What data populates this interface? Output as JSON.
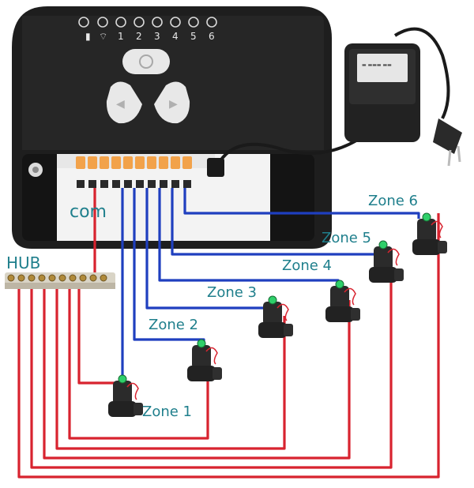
{
  "controller": {
    "indicators": [
      "1",
      "2",
      "3",
      "4",
      "5",
      "6"
    ],
    "icons": [
      "battery-icon",
      "wifi-icon"
    ]
  },
  "labels": {
    "com": "com",
    "hub": "HUB"
  },
  "zones": [
    {
      "label": "Zone 1"
    },
    {
      "label": "Zone 2"
    },
    {
      "label": "Zone 3"
    },
    {
      "label": "Zone 4"
    },
    {
      "label": "Zone 5"
    },
    {
      "label": "Zone 6"
    }
  ],
  "colors": {
    "controller_body": "#1e1e1e",
    "wire_zone": "#1f3fbf",
    "wire_common": "#d8232f",
    "label_text": "#1f7f8c",
    "valve_body": "#2b2b2b",
    "adapter_body": "#222222"
  }
}
